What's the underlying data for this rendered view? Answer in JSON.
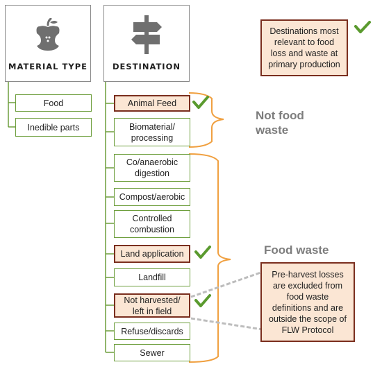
{
  "material": {
    "header": "MATERIAL TYPE",
    "icon": "apple-core-icon",
    "items": [
      "Food",
      "Inedible parts"
    ]
  },
  "destination": {
    "header": "DESTINATION",
    "icon": "signpost-icon",
    "items": [
      "Animal Feed",
      "Biomaterial/ processing",
      "Co/anaerobic digestion",
      "Compost/aerobic",
      "Controlled combustion",
      "Land application",
      "Landfill",
      "Not harvested/ left in field",
      "Refuse/discards",
      "Sewer"
    ],
    "highlighted": [
      "Animal Feed",
      "Land application",
      "Not harvested/ left in field"
    ]
  },
  "labels": {
    "not_food_waste": "Not food waste",
    "food_waste": "Food waste"
  },
  "notes": {
    "legend": "Destinations most relevant to food loss and waste at primary production",
    "pre_harvest": "Pre-harvest losses are excluded from food waste definitions and are outside the scope of FLW Protocol"
  },
  "colors": {
    "tree_line": "#6d9e3c",
    "highlight_fill": "#fbe6d4",
    "highlight_border": "#7a2e1e",
    "bracket": "#f0a040",
    "check": "#5a9a2e",
    "label_gray": "#7d7d7d"
  }
}
